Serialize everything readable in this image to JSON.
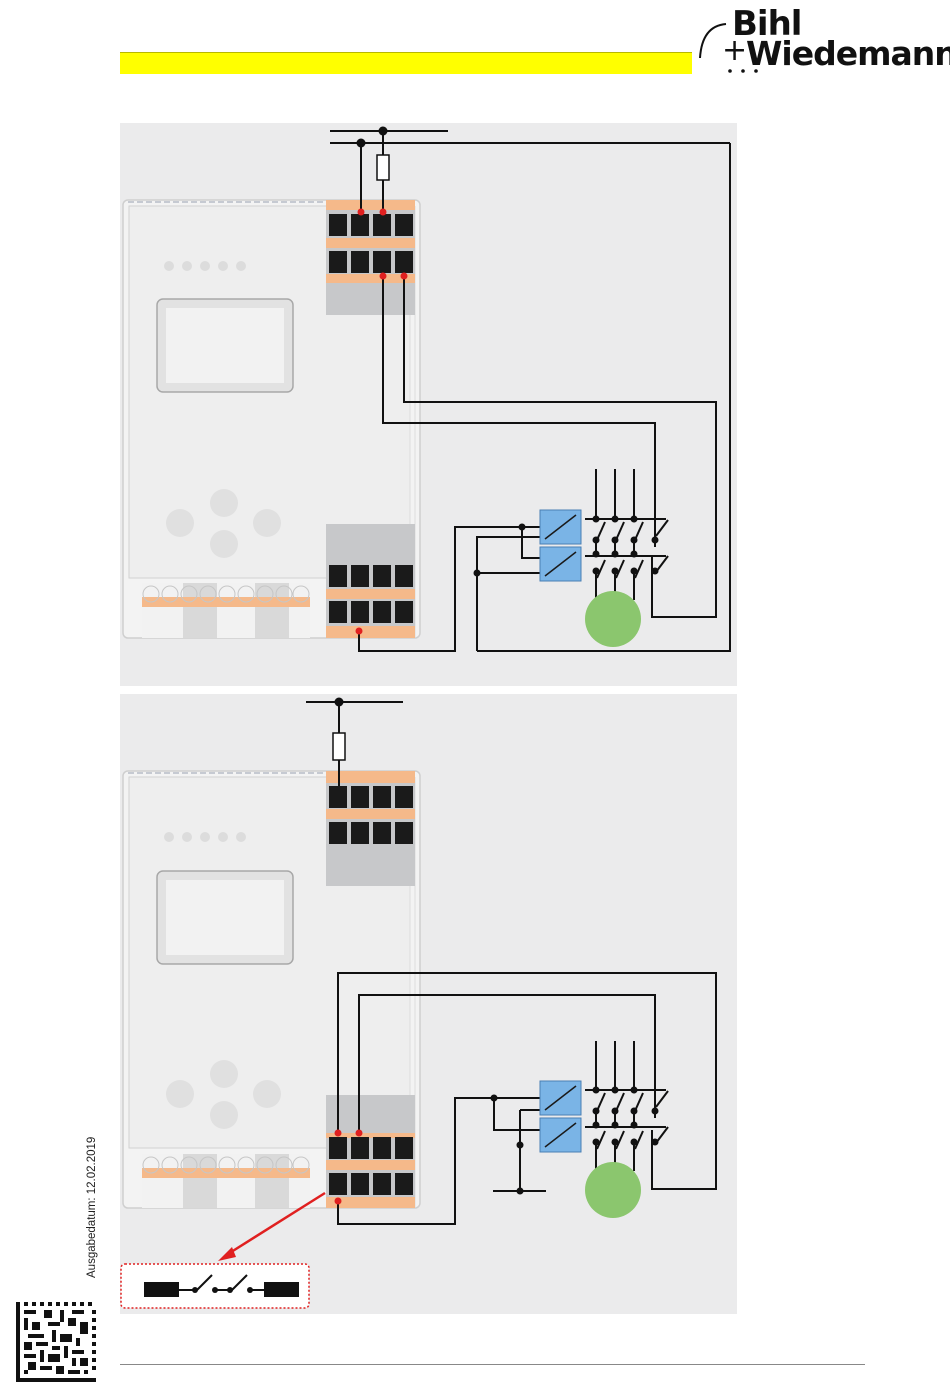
{
  "brand": {
    "line1": "Bihl",
    "line2": "Wiedemann"
  },
  "sidebar": {
    "issue_date": "Ausgabedatum: 12.02.2019"
  },
  "colors": {
    "yellow": "#ffff00",
    "terminal_orange": "#f5b98a",
    "coil_blue": "#7ab4e6",
    "motor_green": "#8bc66e",
    "wire_red": "#e02020",
    "panel_bg": "#ebebec"
  },
  "icons": {
    "motor": "motor-icon",
    "fuse": "fuse-icon",
    "contactor": "contactor-coil-icon",
    "qr": "qr-code-icon"
  }
}
